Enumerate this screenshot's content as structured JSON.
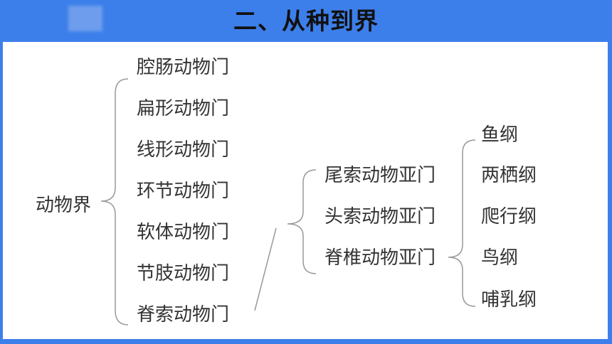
{
  "title": "二、从种到界",
  "tree": {
    "root": "动物界",
    "phyla": [
      "腔肠动物门",
      "扁形动物门",
      "线形动物门",
      "环节动物门",
      "软体动物门",
      "节肢动物门",
      "脊索动物门"
    ],
    "subphyla": [
      "尾索动物亚门",
      "头索动物亚门",
      "脊椎动物亚门"
    ],
    "classes": [
      "鱼纲",
      "两栖纲",
      "爬行纲",
      "鸟纲",
      "哺乳纲"
    ]
  }
}
